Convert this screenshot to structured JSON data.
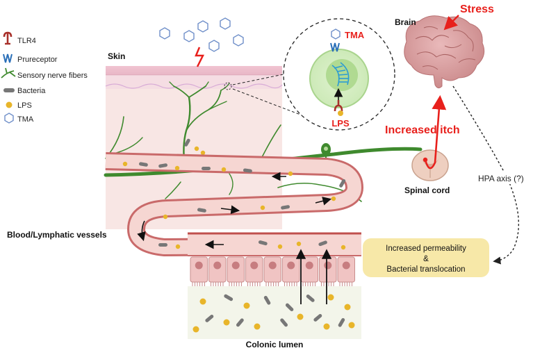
{
  "legend": {
    "items": [
      {
        "icon": "tlr4-icon",
        "label": "TLR4"
      },
      {
        "icon": "prureceptor-icon",
        "label": "Prureceptor"
      },
      {
        "icon": "sensory-nerve-fibers-icon",
        "label": "Sensory nerve fibers"
      },
      {
        "icon": "bacteria-icon",
        "label": "Bacteria"
      },
      {
        "icon": "lps-icon",
        "label": "LPS"
      },
      {
        "icon": "tma-icon",
        "label": "TMA"
      }
    ]
  },
  "labels": {
    "skin": "Skin",
    "brain": "Brain",
    "stress": "Stress",
    "increased_itch": "Increased itch",
    "spinal_cord": "Spinal cord",
    "hpa_axis": "HPA axis (?)",
    "blood_lymphatic": "Blood/Lymphatic vessels",
    "colonic_lumen": "Colonic lumen",
    "callout_tma": "TMA",
    "callout_lps": "LPS"
  },
  "permeability_box": {
    "line1": "Increased permeability",
    "line2": "&",
    "line3": "Bacterial translocation"
  },
  "colors": {
    "emphasis_red": "#e8201c",
    "nerve_green": "#3f8a2e",
    "vessel_wall": "#c96a6a",
    "vessel_fill": "#f6d6d2",
    "lps_yellow": "#e8b52a",
    "tma_blue": "#6f8fc9",
    "skin_pink": "#f7e3e1",
    "lumen_bg": "#f3f5ea",
    "box_yellow": "#f7e8a8"
  }
}
